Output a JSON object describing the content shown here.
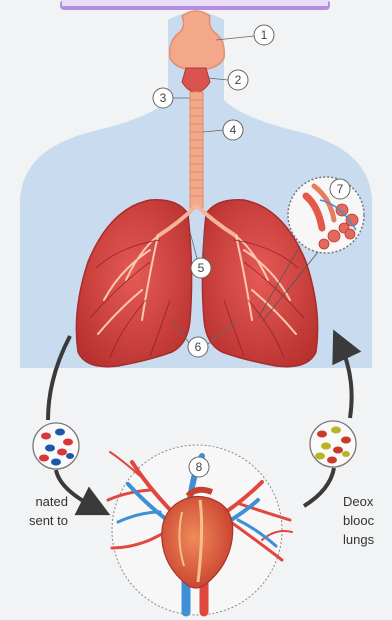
{
  "callouts": [
    "1",
    "2",
    "3",
    "4",
    "5",
    "6",
    "7",
    "8"
  ],
  "left_caption": [
    "nated",
    "sent to"
  ],
  "right_caption": [
    "Deox",
    "blooc",
    "lungs"
  ],
  "colors": {
    "background": "#f2f3f4",
    "body_silhouette": "#c9dcef",
    "lung": "#d9423f",
    "lung_dark": "#b52e2e",
    "trachea": "#f4a88a",
    "top_bar": "#b58ee0",
    "artery": "#e2473e",
    "vein": "#3d8fd6",
    "arrow": "#3a3a3a"
  }
}
